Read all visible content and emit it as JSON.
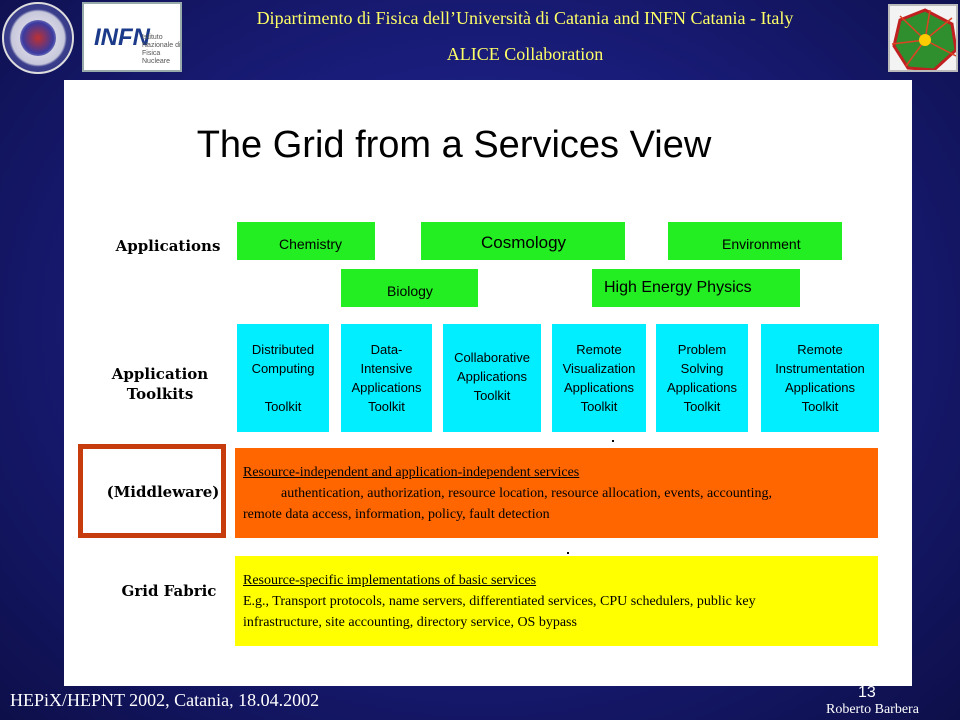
{
  "header": {
    "line1": "Dipartimento di Fisica dell’Università di Catania and INFN Catania - Italy",
    "line2": "ALICE Collaboration"
  },
  "logos": {
    "infn": "INFN",
    "infn_sub": "Istituto Nazionale di Fisica Nucleare"
  },
  "slide": {
    "title": "The Grid from a Services View",
    "rows": {
      "applications": "Applications",
      "toolkits_line1": "Application",
      "toolkits_line2": "Toolkits",
      "middleware": "(Middleware)",
      "fabric": "Grid Fabric"
    },
    "applications": {
      "chemistry": "Chemistry",
      "cosmology": "Cosmology",
      "environment": "Environment",
      "biology": "Biology",
      "hep": "High Energy Physics"
    },
    "toolkits": [
      {
        "l1": "Distributed",
        "l2": "Computing",
        "l3": "",
        "l4": "Toolkit"
      },
      {
        "l1": "Data-",
        "l2": "Intensive",
        "l3": "Applications",
        "l4": "Toolkit"
      },
      {
        "l1": "Collaborative",
        "l2": "Applications",
        "l3": "Toolkit",
        "l4": ""
      },
      {
        "l1": "Remote",
        "l2": "Visualization",
        "l3": "Applications",
        "l4": "Toolkit"
      },
      {
        "l1": "Problem",
        "l2": "Solving",
        "l3": "Applications",
        "l4": "Toolkit"
      },
      {
        "l1": "Remote",
        "l2": "Instrumentation",
        "l3": "Applications",
        "l4": "Toolkit"
      }
    ],
    "middleware": {
      "heading": "Resource-independent and application-independent services",
      "line2": "authentication, authorization, resource location, resource allocation, events, accounting,",
      "line3": "remote data access, information, policy, fault detection"
    },
    "fabric": {
      "heading": "Resource-specific implementations of basic services",
      "line2": "E.g., Transport protocols, name servers, differentiated services, CPU schedulers, public key",
      "line3": "infrastructure, site accounting, directory service, OS bypass"
    }
  },
  "footer": {
    "event": "HEPiX/HEPNT 2002, Catania, 18.04.2002",
    "page": "13",
    "author": "Roberto Barbera"
  },
  "colors": {
    "background": "#1a1d7c",
    "header_text": "#ffff66",
    "applications_box": "#22ee22",
    "toolkit_box": "#00eeff",
    "middleware_band": "#ff6600",
    "fabric_band": "#ffff00",
    "highlight_frame": "#c63c0c"
  }
}
